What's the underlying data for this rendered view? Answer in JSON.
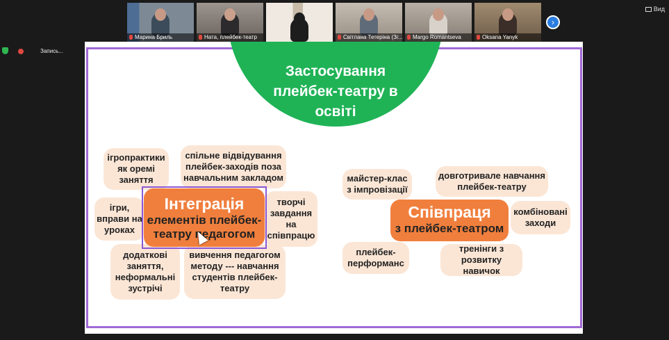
{
  "participants": [
    {
      "name": "Марина Бриль",
      "bg": "#6d7f8d",
      "shirt": "#3d4c5a"
    },
    {
      "name": "Ната, плейбек-театр",
      "bg": "#8b8480",
      "shirt": "#2c2a2c"
    },
    {
      "name": "",
      "bg": "#e3dfd9",
      "shirt": "#1d1d1d"
    },
    {
      "name": "Світлана Тетеріна (Зг...",
      "bg": "#b1a79d",
      "shirt": "#5f6b78"
    },
    {
      "name": "Margo Romantseva",
      "bg": "#a39b91",
      "shirt": "#d8d2cb"
    },
    {
      "name": "Oksana Yanyk",
      "bg": "#8d7a63",
      "shirt": "#3b2e28"
    }
  ],
  "next_button_icon": "chevron-right-icon",
  "view_label": "Вид",
  "recording": {
    "label": "Запись..."
  },
  "slide": {
    "title_lines": [
      "Застосування",
      "плейбек-театру в",
      "освіті"
    ],
    "integration": {
      "line1": "Інтеграція",
      "line2": "елементів плейбек-",
      "line3": "театру педагогом"
    },
    "cooperation": {
      "line1": "Співпраця",
      "line2": "з плейбек-театром"
    },
    "integration_items": [
      "ігропрактики як оремі заняття",
      "спільне відвідування плейбек-заходів поза навчальним закладом",
      "ігри, вправи на уроках",
      "творчі завдання на співпрацю",
      "додаткові заняття, неформальні зустрічі",
      "вивчення педагогом методу --- навчання студентів плейбек-театру"
    ],
    "cooperation_items": [
      "майстер-клас з імпровізації",
      "довготривале навчання плейбек-театру",
      "комбіновані заходи",
      "плейбек-перформанс",
      "тренінги з розвитку навичок"
    ]
  },
  "colors": {
    "title_green": "#1fb356",
    "center_orange": "#f07f3d",
    "pill_fill": "#fbe6d6",
    "frame_purple": "#a169d6"
  }
}
